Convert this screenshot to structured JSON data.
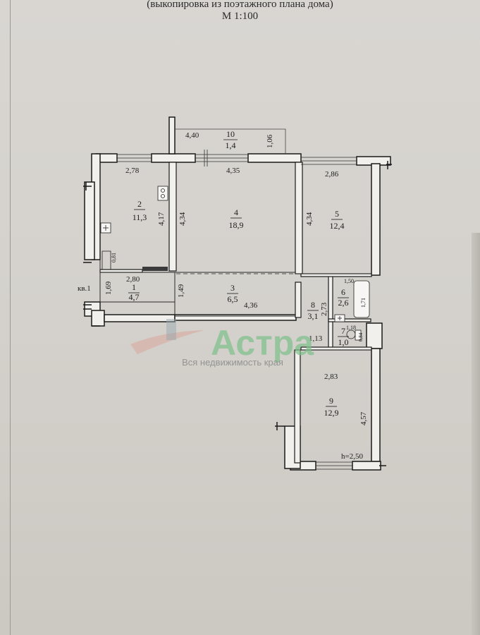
{
  "header": {
    "subtitle": "(выкопировка из поэтажного плана дома)",
    "scale": "М 1:100"
  },
  "apartment_label": "кв.1",
  "rooms": [
    {
      "id": "1",
      "area": "4,7"
    },
    {
      "id": "2",
      "area": "11,3"
    },
    {
      "id": "3",
      "area": "6,5"
    },
    {
      "id": "4",
      "area": "18,9"
    },
    {
      "id": "5",
      "area": "12,4"
    },
    {
      "id": "6",
      "area": "2,6"
    },
    {
      "id": "7",
      "area": "1,0"
    },
    {
      "id": "8",
      "area": "3,1"
    },
    {
      "id": "9",
      "area": "12,9"
    },
    {
      "id": "10",
      "area": "1,4"
    }
  ],
  "dimensions": {
    "balcony_length": "4,40",
    "balcony_depth": "1,06",
    "room2_width": "2,78",
    "room2_depth": "4,17",
    "room2_niche": "0,81",
    "room4_width": "4,35",
    "room4_depth_left": "4,34",
    "room4_depth_right": "4,34",
    "room5_width": "2,86",
    "room1_width": "2,80",
    "room1_depth": "1,69",
    "corridor_depth": "1,49",
    "corridor_length": "4,36",
    "bath_width": "1,50",
    "bath_depth": "1,71",
    "hall_depth": "2,73",
    "wc_width": "1,18",
    "wc_depth": "0,84",
    "hall_width": "1,13",
    "room9_width": "2,83",
    "room9_depth": "4,57",
    "ceiling_height": "h=2,50"
  },
  "watermark": {
    "brand": "Астра",
    "tagline": "Вся недвижимость края"
  }
}
